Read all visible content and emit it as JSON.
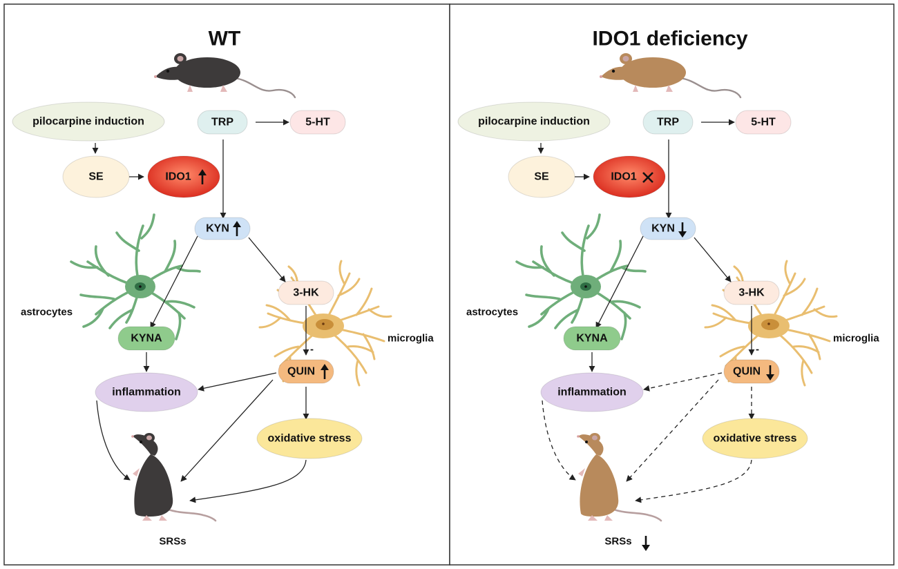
{
  "colors": {
    "black_mouse": "#3d3a3a",
    "tan_mouse": "#b88a5c",
    "astrocyte": "#6fae7a",
    "microglia": "#e9be70",
    "pilocarpine": "#eef2e2",
    "trp": "#dff0ef",
    "ht5": "#fde6e6",
    "se": "#fdf2dc",
    "ido1": "#e23b2a",
    "kyn": "#cfe2f6",
    "hk3": "#fdeadf",
    "kyna": "#8fcb8c",
    "quin": "#f4b97f",
    "inflammation": "#e0d0ec",
    "oxidative": "#fbe79a"
  },
  "panels": [
    {
      "title": "WT",
      "mouse_color": "black",
      "arrow_style": "solid",
      "nodes": {
        "pilocarpine": "pilocarpine induction",
        "trp": "TRP",
        "ht5": "5-HT",
        "se": "SE",
        "ido1": "IDO1",
        "kyn": "KYN",
        "hk3": "3-HK",
        "kyna": "KYNA",
        "quin": "QUIN",
        "inflammation": "inflammation",
        "oxidative": "oxidative stress"
      },
      "indicators": {
        "ido1": "up",
        "kyn": "up",
        "quin": "up",
        "srs": "none"
      },
      "labels": {
        "astrocytes": "astrocytes",
        "microglia": "microglia",
        "srss": "SRSs",
        "minus": "-"
      }
    },
    {
      "title": "IDO1 deficiency",
      "mouse_color": "tan",
      "arrow_style": "dashed",
      "nodes": {
        "pilocarpine": "pilocarpine induction",
        "trp": "TRP",
        "ht5": "5-HT",
        "se": "SE",
        "ido1": "IDO1",
        "kyn": "KYN",
        "hk3": "3-HK",
        "kyna": "KYNA",
        "quin": "QUIN",
        "inflammation": "inflammation",
        "oxidative": "oxidative stress"
      },
      "indicators": {
        "ido1": "cross",
        "kyn": "down",
        "quin": "down",
        "srs": "down"
      },
      "labels": {
        "astrocytes": "astrocytes",
        "microglia": "microglia",
        "srss": "SRSs",
        "minus": "-"
      }
    }
  ]
}
